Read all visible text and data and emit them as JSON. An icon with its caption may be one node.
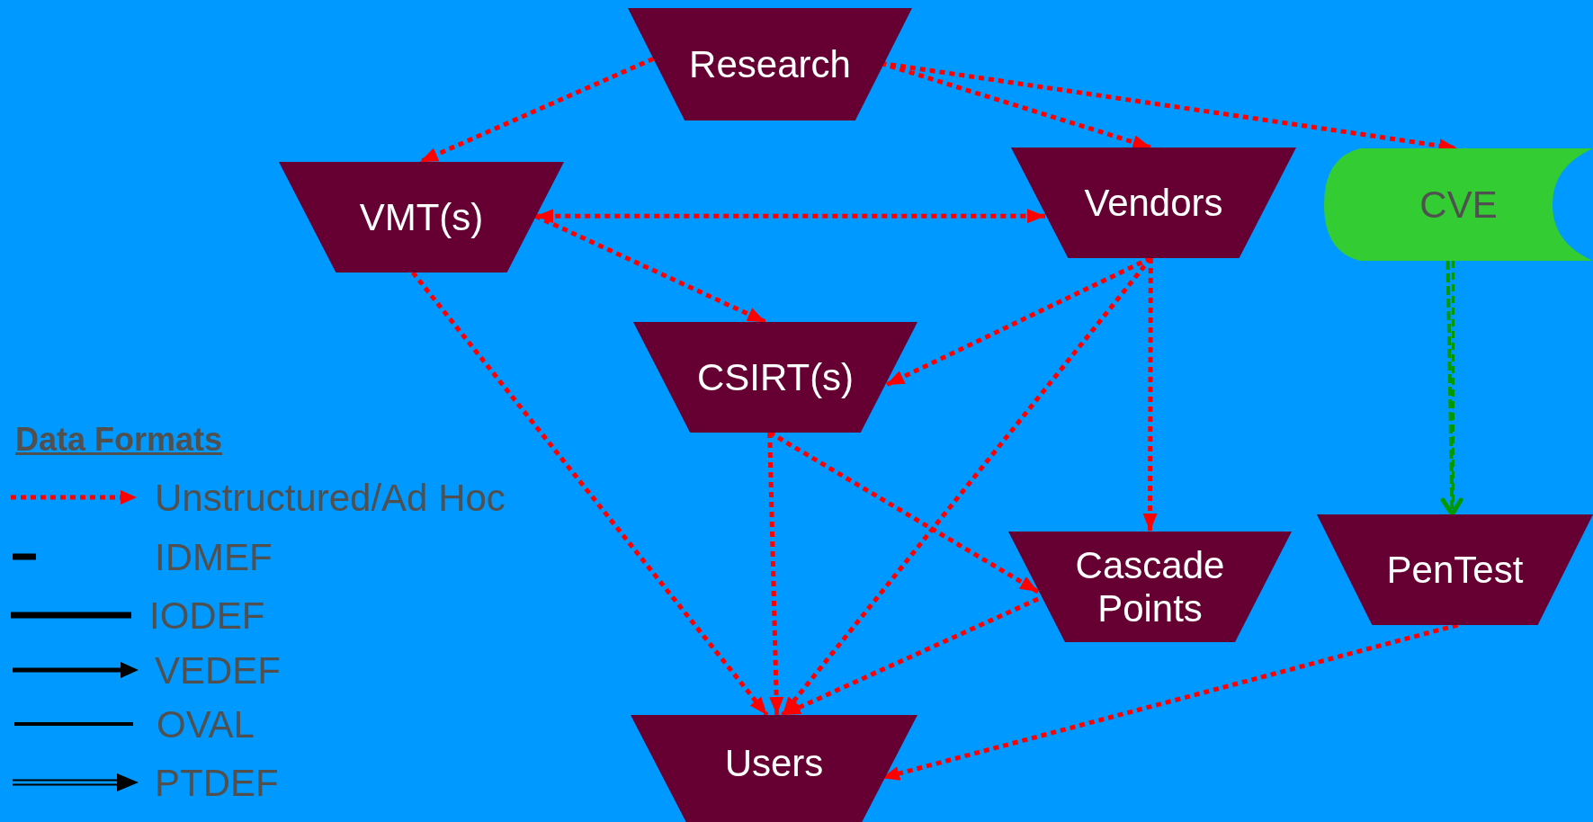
{
  "diagram": {
    "nodes": [
      {
        "text": [
          "Research"
        ]
      },
      {
        "text": [
          "VMT(s)"
        ]
      },
      {
        "text": [
          "Vendors"
        ]
      },
      {
        "text": [
          "CVE"
        ]
      },
      {
        "text": [
          "CSIRT(s)"
        ]
      },
      {
        "text": [
          "Cascade Points"
        ]
      },
      {
        "text": [
          "PenTest"
        ]
      },
      {
        "text": [
          "Users"
        ]
      }
    ],
    "edges": [
      {
        "from": 0,
        "to": 1,
        "arrow": "to"
      },
      {
        "from": 0,
        "to": 2,
        "arrow": "to"
      },
      {
        "from": 0,
        "to": 3,
        "arrow": "to"
      },
      {
        "from": 1,
        "to": 2,
        "arrow": "both"
      },
      {
        "from": 1,
        "to": 4,
        "arrow": "to"
      },
      {
        "from": 1,
        "to": 7,
        "arrow": "to"
      },
      {
        "from": 2,
        "to": 4,
        "arrow": "to"
      },
      {
        "from": 2,
        "to": 7,
        "arrow": "to"
      },
      {
        "from": 2,
        "to": 5,
        "arrow": "to"
      },
      {
        "from": 4,
        "to": 7,
        "arrow": "to"
      },
      {
        "from": 4,
        "to": 5,
        "arrow": "to"
      },
      {
        "from": 5,
        "to": 7,
        "arrow": "to"
      },
      {
        "from": 3,
        "to": 6,
        "arrow": "to",
        "style": "dashed",
        "color": "#009900"
      },
      {
        "from": 6,
        "to": 7,
        "arrow": "to"
      }
    ],
    "labels": [
      "Data Formats"
    ],
    "legend": [
      {
        "text": "Unstructured/Ad Hoc"
      },
      {
        "text": "IDMEF"
      },
      {
        "text": "IODEF"
      },
      {
        "text": "VEDEF"
      },
      {
        "text": "OVAL"
      },
      {
        "text": "PTDEF"
      }
    ]
  }
}
